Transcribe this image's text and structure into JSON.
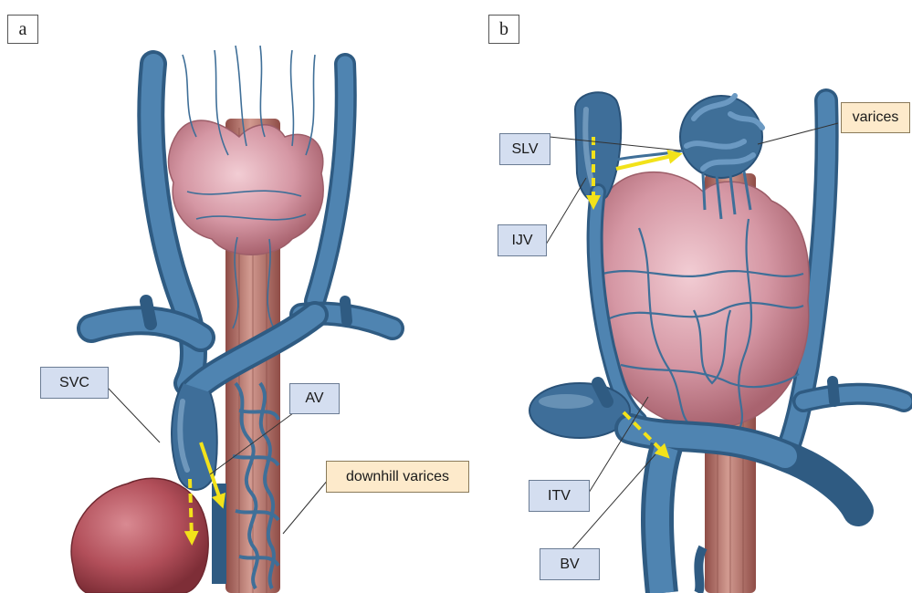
{
  "panels": [
    {
      "letter": "a"
    },
    {
      "letter": "b"
    }
  ],
  "labels": {
    "svc": "SVC",
    "av": "AV",
    "downhill_varices": "downhill varices",
    "slv": "SLV",
    "ijv": "IJV",
    "varices": "varices",
    "itv": "ITV",
    "bv": "BV"
  },
  "colors": {
    "vein": "#3f6f98",
    "vein_highlight": "#8fb3d2",
    "thyroid": "#d497a4",
    "trachea": "#b46f68",
    "tumor": "#b24f5a",
    "arrow": "#f2e21a",
    "label_blue": "#d4def0",
    "label_tan": "#fdeacb"
  }
}
